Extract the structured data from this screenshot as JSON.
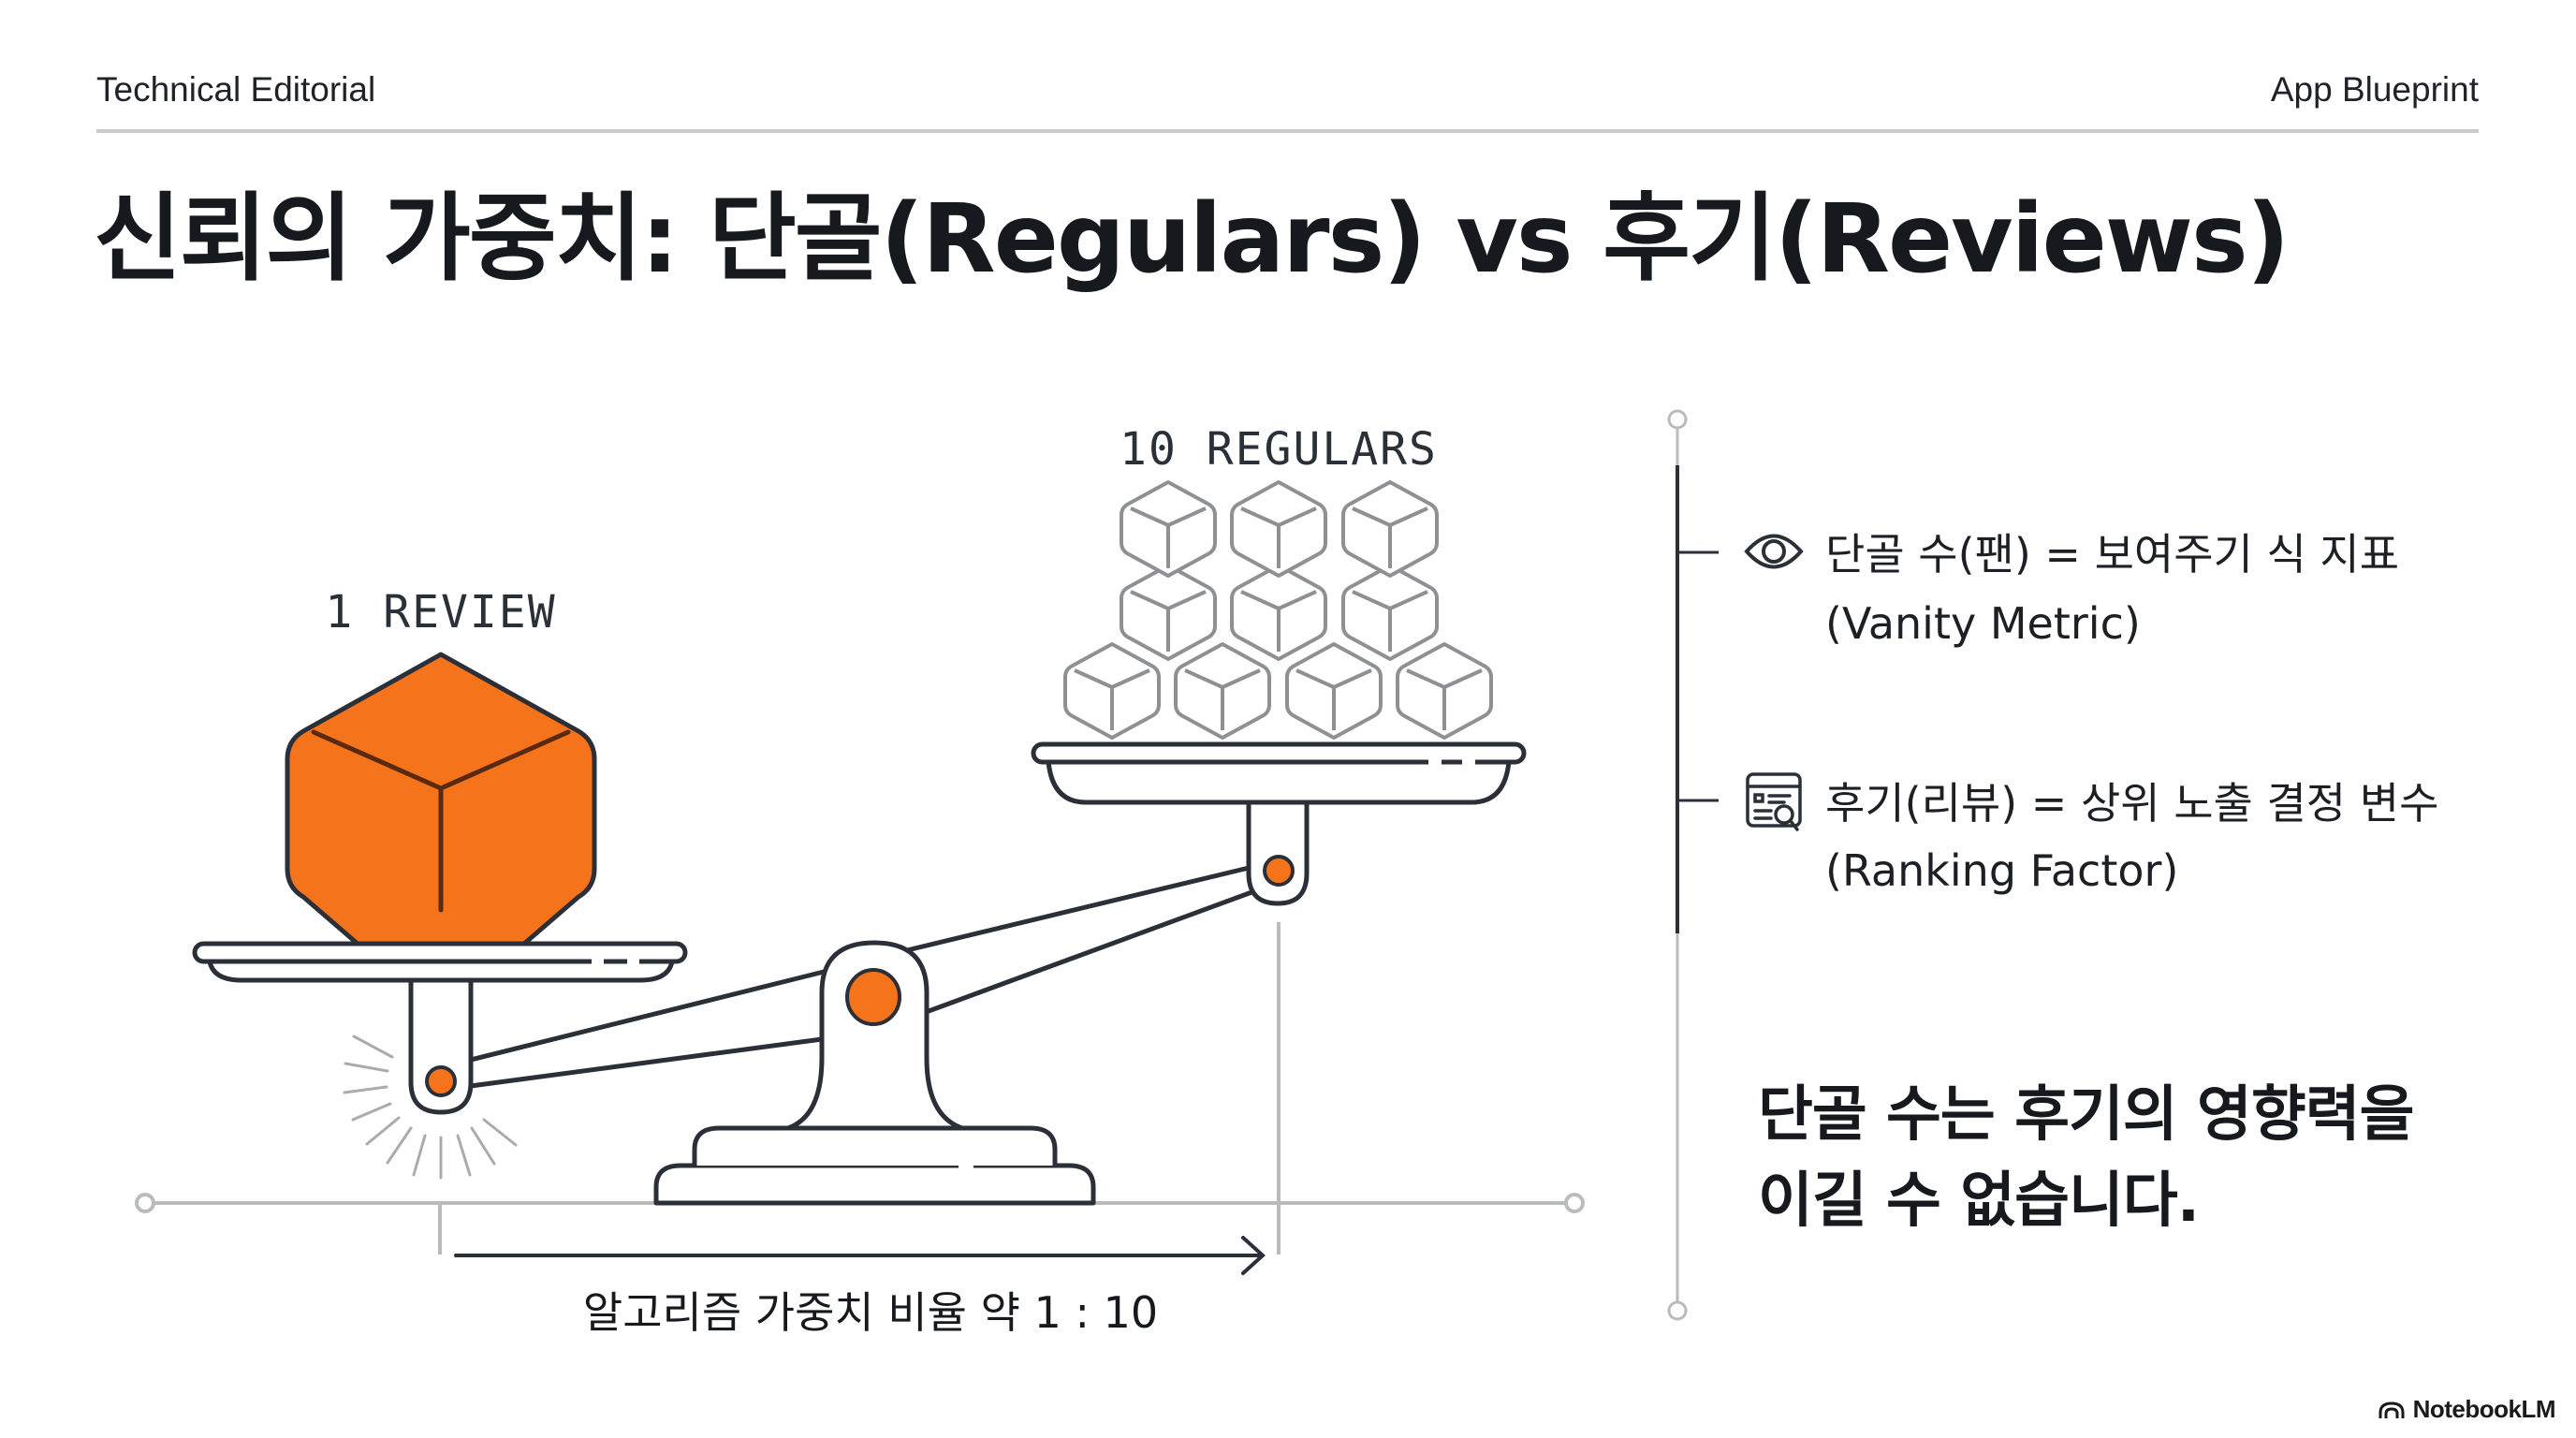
{
  "header": {
    "left_label": "Technical Editorial",
    "right_label": "App Blueprint"
  },
  "title": "신뢰의 가중치: 단골(Regulars) vs 후기(Reviews)",
  "scale": {
    "left_label": "1 REVIEW",
    "right_label": "10 REGULARS",
    "left_count": 1,
    "right_count": 10,
    "ratio_caption": "알고리즘 가중치 비율 약 1 : 10",
    "accent_color": "#f5731a",
    "line_color": "#2b3038",
    "guide_color": "#b9bbbe"
  },
  "points": [
    {
      "icon": "eye-icon",
      "line1": "단골 수(팬) = 보여주기 식 지표",
      "line2": "(Vanity Metric)"
    },
    {
      "icon": "document-search-icon",
      "line1": "후기(리뷰) = 상위 노출 결정 변수",
      "line2": "(Ranking Factor)"
    }
  ],
  "conclusion": {
    "line1": "단골 수는 후기의 영향력을",
    "line2": "이길 수 없습니다."
  },
  "brand": {
    "icon": "notebooklm-logo-icon",
    "label": "NotebookLM"
  }
}
